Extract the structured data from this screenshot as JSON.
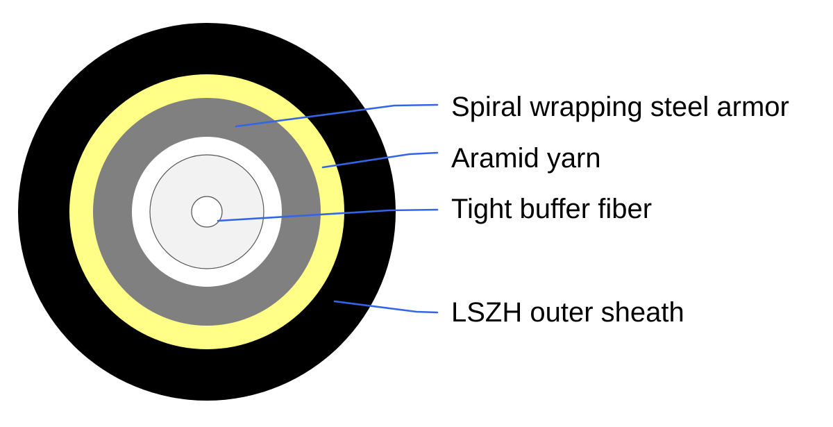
{
  "diagram": {
    "type": "cable cross-section",
    "colors": {
      "outer_sheath": "#000000",
      "aramid_yarn": "#ffff88",
      "steel_armor": "#808080",
      "tight_buffer_ring": "#ffffff",
      "tight_buffer_core": "#f2f2f2",
      "fiber": "#ffffff",
      "leader_lines": "#3366e6",
      "outline": "#555555"
    },
    "labels": {
      "steel_armor": "Spiral wrapping steel armor",
      "aramid_yarn": "Aramid yarn",
      "tight_buffer": "Tight buffer fiber",
      "outer_sheath": "LSZH outer sheath"
    }
  }
}
